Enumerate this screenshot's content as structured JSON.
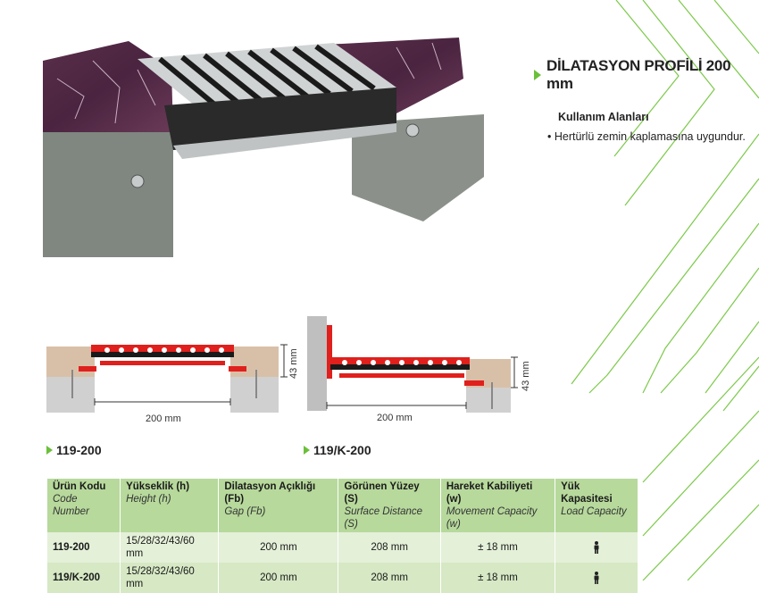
{
  "product": {
    "title": "DİLATASYON PROFİLİ 200 mm"
  },
  "usage": {
    "heading": "Kullanım Alanları",
    "items": [
      "• Hertürlü zemin kaplamasına uygundur."
    ]
  },
  "diagrams": [
    {
      "code": "119-200",
      "width_label": "200 mm",
      "height_label": "43 mm"
    },
    {
      "code": "119/K-200",
      "width_label": "200 mm",
      "height_label": "43 mm"
    }
  ],
  "table": {
    "headers": [
      {
        "tr": "Ürün Kodu",
        "en": "Code Number"
      },
      {
        "tr": "Yükseklik (h)",
        "en": "Height (h)"
      },
      {
        "tr": "Dilatasyon Açıklığı (Fb)",
        "en": "Gap (Fb)"
      },
      {
        "tr": "Görünen Yüzey (S)",
        "en": "Surface Distance (S)"
      },
      {
        "tr": "Hareket Kabiliyeti (w)",
        "en": "Movement Capacity (w)"
      },
      {
        "tr": "Yük Kapasitesi",
        "en": "Load Capacity"
      }
    ],
    "rows": [
      {
        "code": "119-200",
        "height": "15/28/32/43/60 mm",
        "gap": "200 mm",
        "surface": "208 mm",
        "movement": "± 18 mm",
        "load_icon": "person-icon"
      },
      {
        "code": "119/K-200",
        "height": "15/28/32/43/60 mm",
        "gap": "200 mm",
        "surface": "208 mm",
        "movement": "± 18 mm",
        "load_icon": "person-icon"
      }
    ]
  },
  "colors": {
    "accent": "#6cbf3a",
    "header_bg": "#b7d99c",
    "row1_bg": "#e4f0d8",
    "row2_bg": "#d6e8c4",
    "profile_red": "#e0201c"
  }
}
